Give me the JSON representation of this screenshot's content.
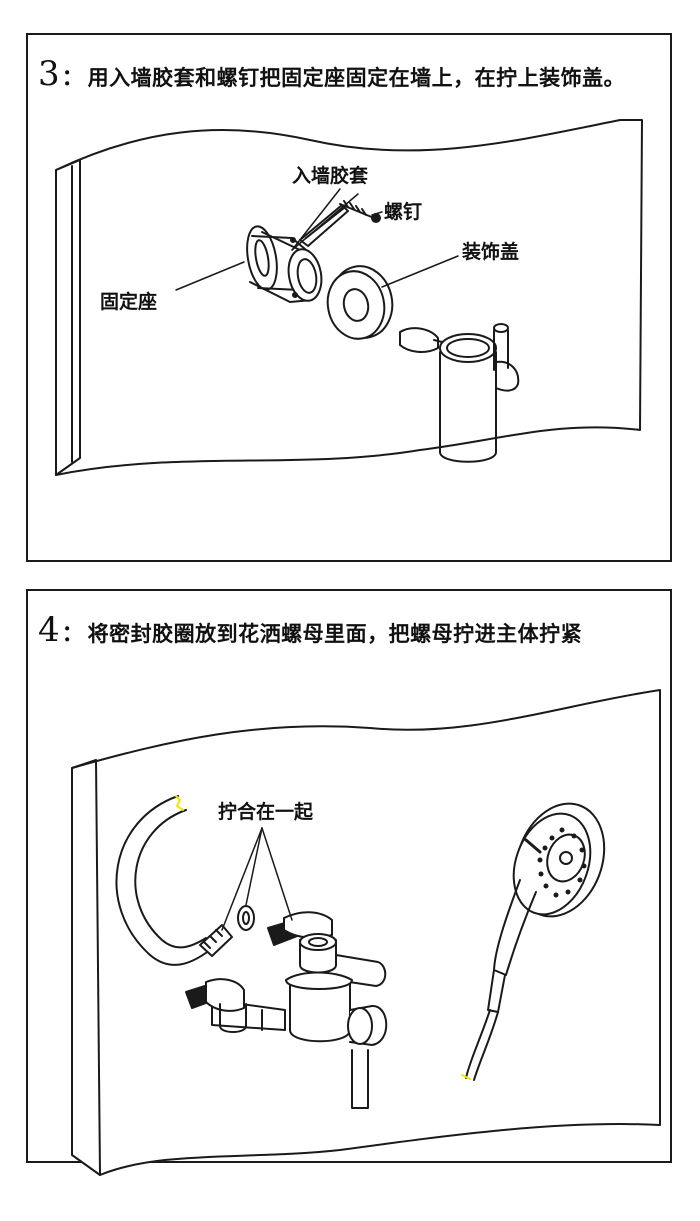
{
  "step3": {
    "number": "3",
    "colon": "：",
    "text": "用入墙胶套和螺钉把固定座固定在墙上，在拧上装饰盖。",
    "labels": {
      "anchor": "入墙胶套",
      "screw": "螺钉",
      "cover": "装饰盖",
      "base": "固定座"
    }
  },
  "step4": {
    "number": "4",
    "colon": "：",
    "text": "将密封胶圈放到花洒螺母里面，把螺母拧进主体拧紧",
    "labels": {
      "tighten": "拧合在一起"
    }
  },
  "colors": {
    "line": "#1a1a1a",
    "background": "#ffffff",
    "highlight": "#f2e600"
  }
}
